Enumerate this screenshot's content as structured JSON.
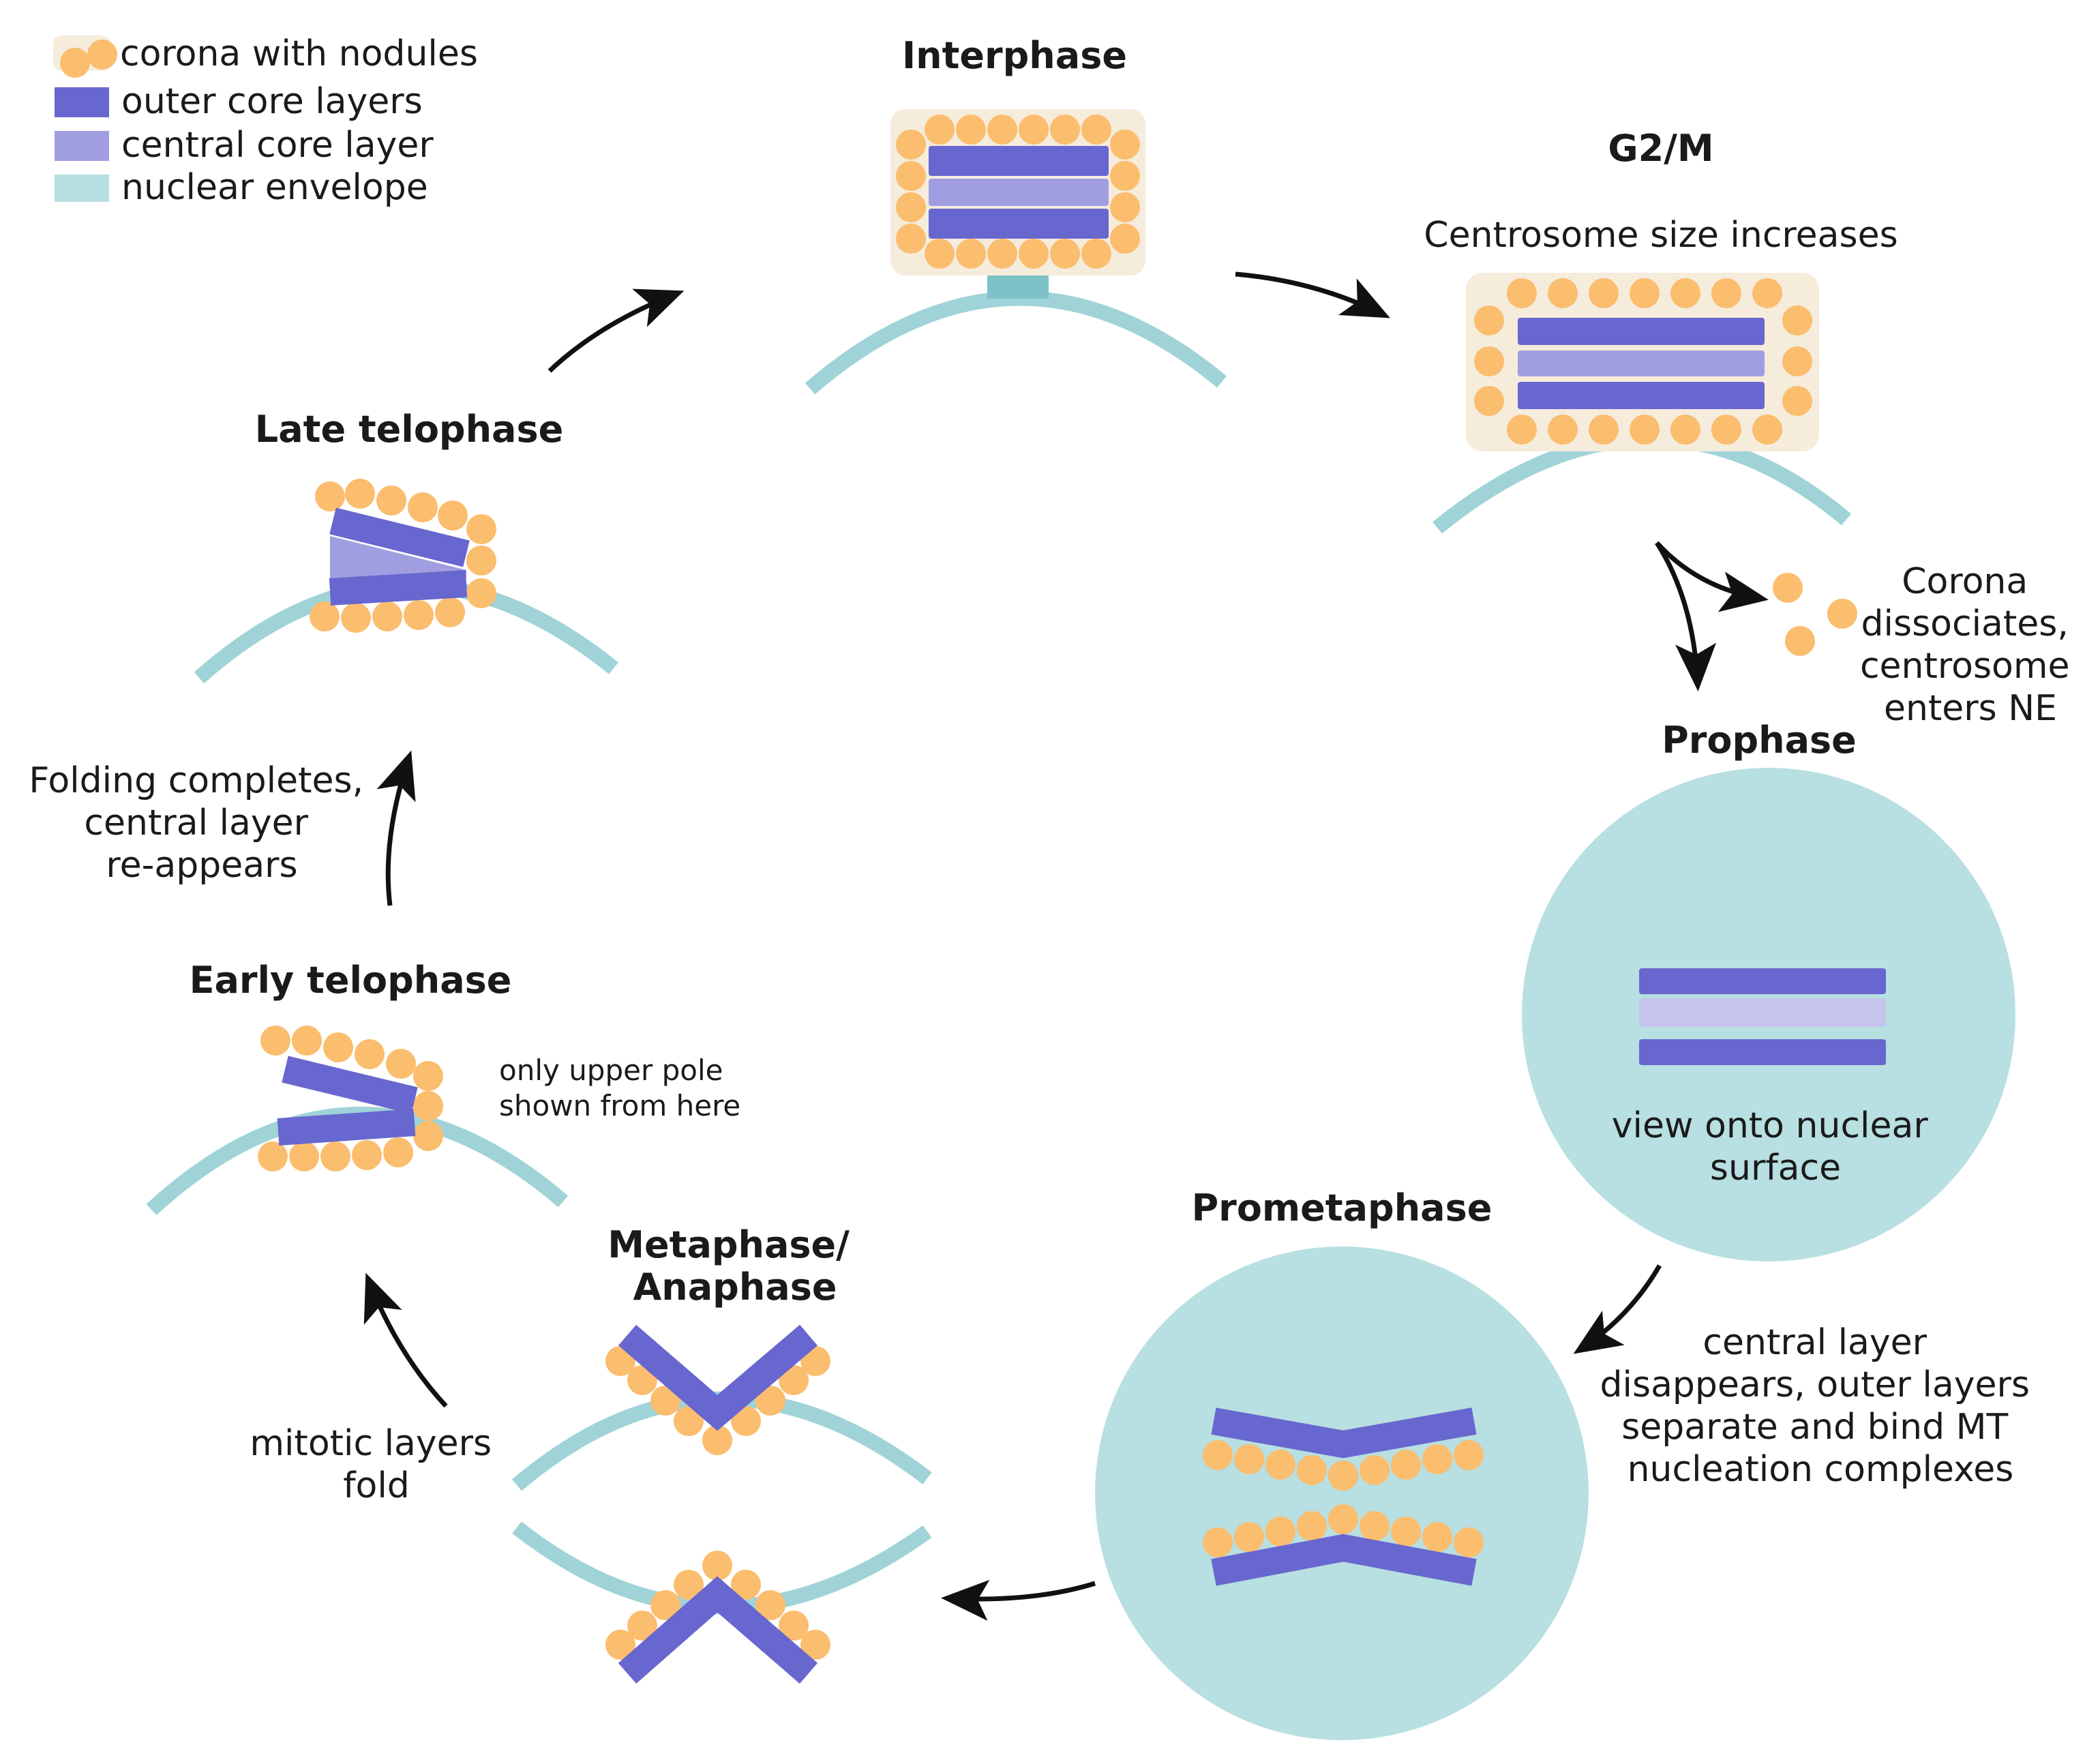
{
  "legend": {
    "items": [
      {
        "label": "corona with nodules"
      },
      {
        "label": "outer core layers"
      },
      {
        "label": "central core layer"
      },
      {
        "label": "nuclear envelope"
      }
    ]
  },
  "stages": {
    "interphase": {
      "title": "Interphase"
    },
    "g2m": {
      "title": "G2/M",
      "caption": "Centrosome size increases"
    },
    "corona_note": {
      "lines": [
        "Corona",
        "dissociates,",
        "centrosome",
        "enters NE"
      ]
    },
    "prophase": {
      "title": "Prophase",
      "caption_lines": [
        "view onto nuclear",
        "surface"
      ]
    },
    "prometaphase": {
      "title": "Prometaphase",
      "note_lines": [
        "central layer",
        "disappears, outer layers",
        "separate and bind MT",
        "nucleation complexes"
      ]
    },
    "metaphase": {
      "title_lines": [
        "Metaphase/",
        "Anaphase"
      ]
    },
    "fold_note": {
      "lines": [
        "mitotic layers",
        "fold"
      ]
    },
    "early_telophase": {
      "title": "Early telophase",
      "note_lines": [
        "only upper pole",
        "shown from here"
      ]
    },
    "folding_note": {
      "lines": [
        "Folding completes,",
        "central layer",
        "re-appears"
      ]
    },
    "late_telophase": {
      "title": "Late telophase"
    }
  },
  "colors": {
    "corona_bg": "#f5ecdc",
    "nodule": "#fbbd6e",
    "outer_core": "#6867cf",
    "central_core": "#a09ee0",
    "central_core_light": "#c6c4ec",
    "nuclear_envelope": "#9fd3d7",
    "nuclear_surface": "#b8dfe1",
    "arrow": "#111111"
  }
}
